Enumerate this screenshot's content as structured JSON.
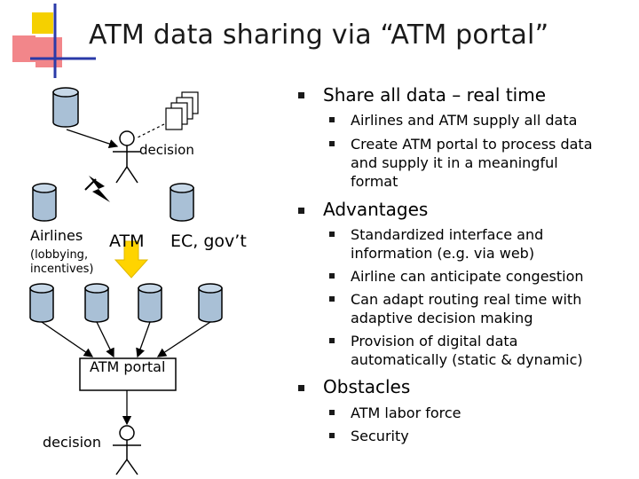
{
  "title": "ATM data sharing via “ATM portal”",
  "diagram": {
    "decision_top": "decision",
    "airlines": "Airlines",
    "airlines_sub_line1": "(lobbying,",
    "airlines_sub_line2": "incentives)",
    "atm": "ATM",
    "ec_gov": "EC, gov’t",
    "portal": "ATM portal",
    "decision_bottom": "decision"
  },
  "bullets": {
    "share": {
      "heading": "Share all data – real time",
      "items": [
        [
          "Airlines and ATM supply all data"
        ],
        [
          "Create ATM portal to process data",
          "and supply it in a meaningful",
          "format"
        ]
      ]
    },
    "advantages": {
      "heading": "Advantages",
      "items": [
        [
          "Standardized interface and",
          "information (e.g. via web)"
        ],
        [
          "Airline can anticipate congestion"
        ],
        [
          "Can adapt routing real time with",
          "adaptive decision making"
        ],
        [
          "Provision of digital data",
          "automatically (static & dynamic)"
        ]
      ]
    },
    "obstacles": {
      "heading": "Obstacles",
      "items": [
        [
          "ATM labor force"
        ],
        [
          "Security"
        ]
      ]
    }
  },
  "colors": {
    "cylinder_fill": "#a9c0d6",
    "cylinder_top": "#c7d8e8",
    "deco_yellow": "#f5d000",
    "deco_red": "#e8222a",
    "deco_blue": "#2a3aa8",
    "arrow_yellow": "#ffd400"
  }
}
